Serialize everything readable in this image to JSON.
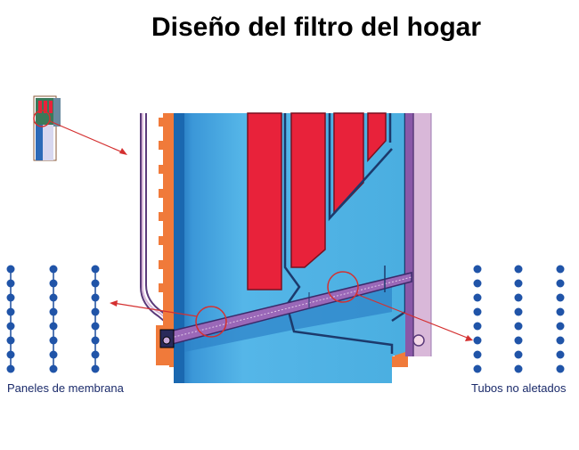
{
  "title": "Diseño del filtro del hogar",
  "captions": {
    "left": "Paneles de membrana",
    "right": "Tubos no aletados"
  },
  "colors": {
    "water_blue": "#4aaee0",
    "dark_blue": "#1c6fb4",
    "tube_red": "#e8223a",
    "wall_orange": "#f07a3a",
    "purple_wall": "#8a58a8",
    "lilac": "#d9b8d9",
    "tube_dots": "#1c4c9c",
    "annotation_red": "#d43030"
  },
  "icons": [
    "boiler-thumbnail-icon"
  ]
}
